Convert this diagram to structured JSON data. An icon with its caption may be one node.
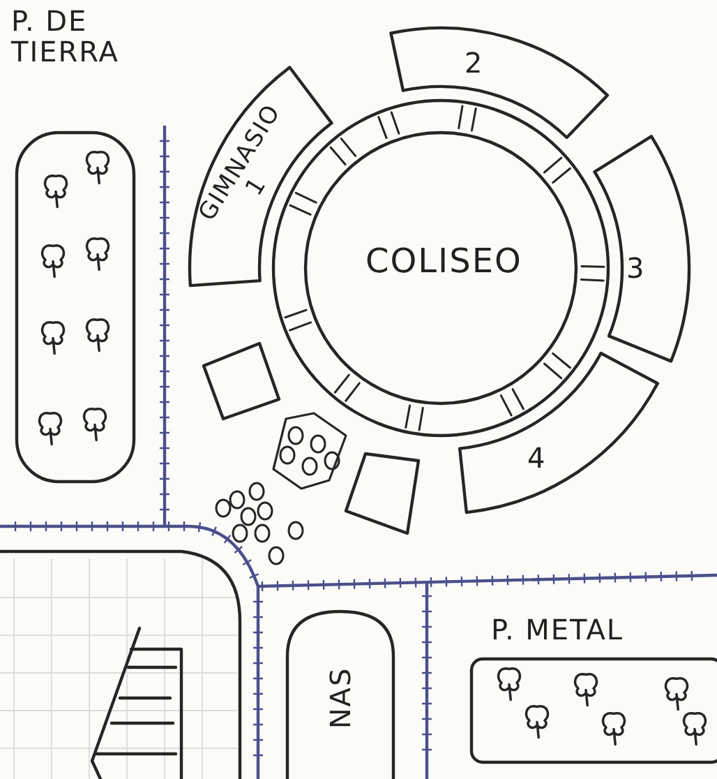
{
  "diagram": {
    "nodes": [
      {
        "text": [
          "COLISEO"
        ]
      },
      {
        "text": [
          "GIMNASIO 1"
        ]
      },
      {
        "text": [
          "2"
        ]
      },
      {
        "text": [
          "3"
        ]
      },
      {
        "text": [
          "4"
        ]
      },
      {
        "text": [],
        "shape": "box"
      },
      {
        "text": [],
        "shape": "box"
      },
      {
        "text": [
          "P. DE TIERRA"
        ]
      },
      {
        "text": [
          "P. METAL"
        ]
      },
      {
        "text": [
          "NAS"
        ]
      }
    ]
  }
}
